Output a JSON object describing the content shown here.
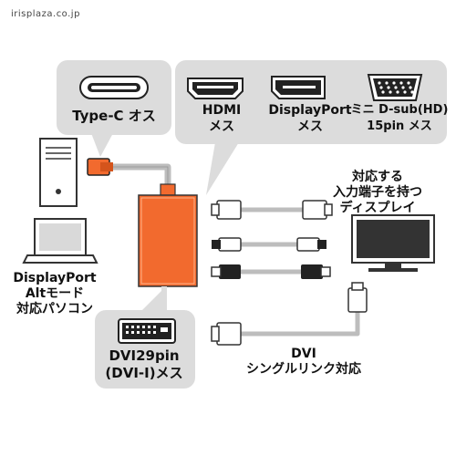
{
  "watermark": "irisplaza.co.jp",
  "labels": {
    "typec": "Type-C オス",
    "hdmi": [
      "HDMI",
      "メス"
    ],
    "displayport": [
      "DisplayPort",
      "メス"
    ],
    "mini_dsub": [
      "ミニ D-sub(HD)",
      "15pin メス"
    ],
    "pc": [
      "DisplayPort",
      "Altモード",
      "対応パソコン"
    ],
    "display": [
      "対応する",
      "入力端子を持つ",
      "ディスプレイ"
    ],
    "dvi29": [
      "DVI29pin",
      "(DVI-I)メス"
    ],
    "dvi_cable": [
      "DVI",
      "シングルリンク対応"
    ]
  },
  "colors": {
    "callout_bg": "#dcdcdc",
    "adapter_orange": "#f26a2e",
    "adapter_orange_dark": "#d4541c",
    "cable_gray": "#bdbdbd",
    "line_dark": "#222222"
  }
}
